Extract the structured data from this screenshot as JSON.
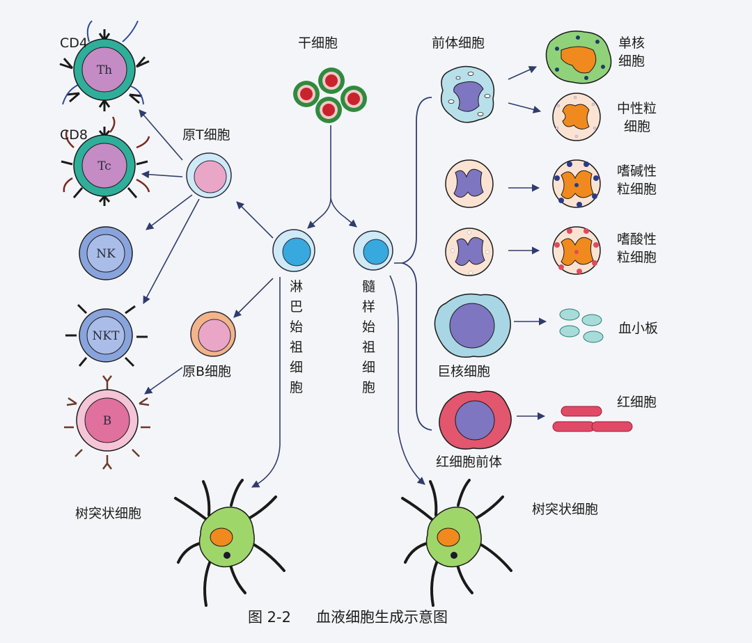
{
  "diagram": {
    "caption_number": "图 2-2",
    "caption_title": "血液细胞生成示意图",
    "labels": {
      "stem_cell": "干细胞",
      "lymphoid_progenitor": "淋巴始祖细胞",
      "myeloid_progenitor": "髓样始祖细胞",
      "pro_t": "原T细胞",
      "pro_b": "原B细胞",
      "precursor": "前体细胞",
      "monocyte": "单核细胞",
      "neutrophil": "中性粒细胞",
      "basophil": "嗜碱性粒细胞",
      "eosinophil": "嗜酸性粒细胞",
      "platelet": "血小板",
      "megakaryocyte": "巨核细胞",
      "red_cell": "红细胞",
      "erythroid_precursor": "红细胞前体",
      "dendritic_left": "树突状细胞",
      "dendritic_right": "树突状细胞",
      "cd4": "CD4",
      "cd8": "CD8"
    },
    "cell_inner": {
      "th": "Th",
      "tc": "Tc",
      "nk": "NK",
      "nkt": "NKT",
      "b": "B"
    },
    "colors": {
      "stem": "#c8232c",
      "stem_ring": "#2e8b3e",
      "lymph_nucleus": "#37a9de",
      "lymph_ring": "#cfeaf7",
      "th_ring": "#2fae9a",
      "th_core": "#c48bc4",
      "nk_body": "#89a4dc",
      "b_body": "#e0709e",
      "pro_cell_core": "#eaa6c6",
      "pro_b_ring": "#f2b488",
      "granulocyte_bg": "#fbe3d4",
      "orange_nucleus": "#f08a1e",
      "purple_nucleus": "#7e76c0",
      "mega_bg": "#a8d6e4",
      "erythro_bg": "#e2566e",
      "red_cell": "#e14a66",
      "platelet": "#a7dcd9",
      "dendritic_body": "#9fd66a",
      "mono_bg": "#8fd27a",
      "arrow": "#2e3c6e"
    }
  }
}
